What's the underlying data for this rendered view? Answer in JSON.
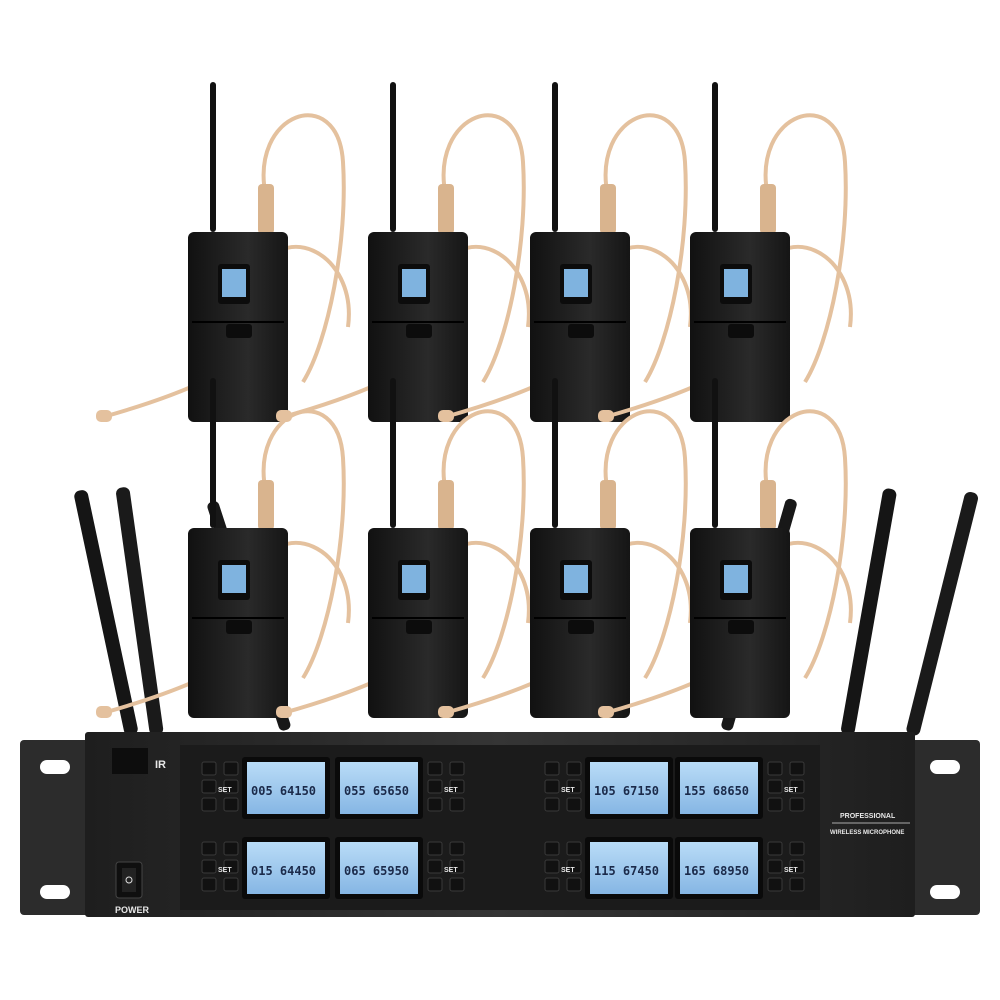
{
  "receiver": {
    "ir_label": "IR",
    "power_label": "POWER",
    "brand_line1": "PROFESSIONAL",
    "brand_line2": "WIRELESS MICROPHONE",
    "set_label": "SET",
    "lcd_readouts": [
      "005 64150",
      "055 65650",
      "105 67150",
      "155 68650",
      "015 64450",
      "065 65950",
      "115 67450",
      "165 68950"
    ]
  },
  "transmitter_count": 8,
  "colors": {
    "receiver_body": "#2a2a2a",
    "lcd_blue": "#9fc9ef",
    "transmitter": "#1c1c1c",
    "headset_skin": "#e4c19e"
  }
}
